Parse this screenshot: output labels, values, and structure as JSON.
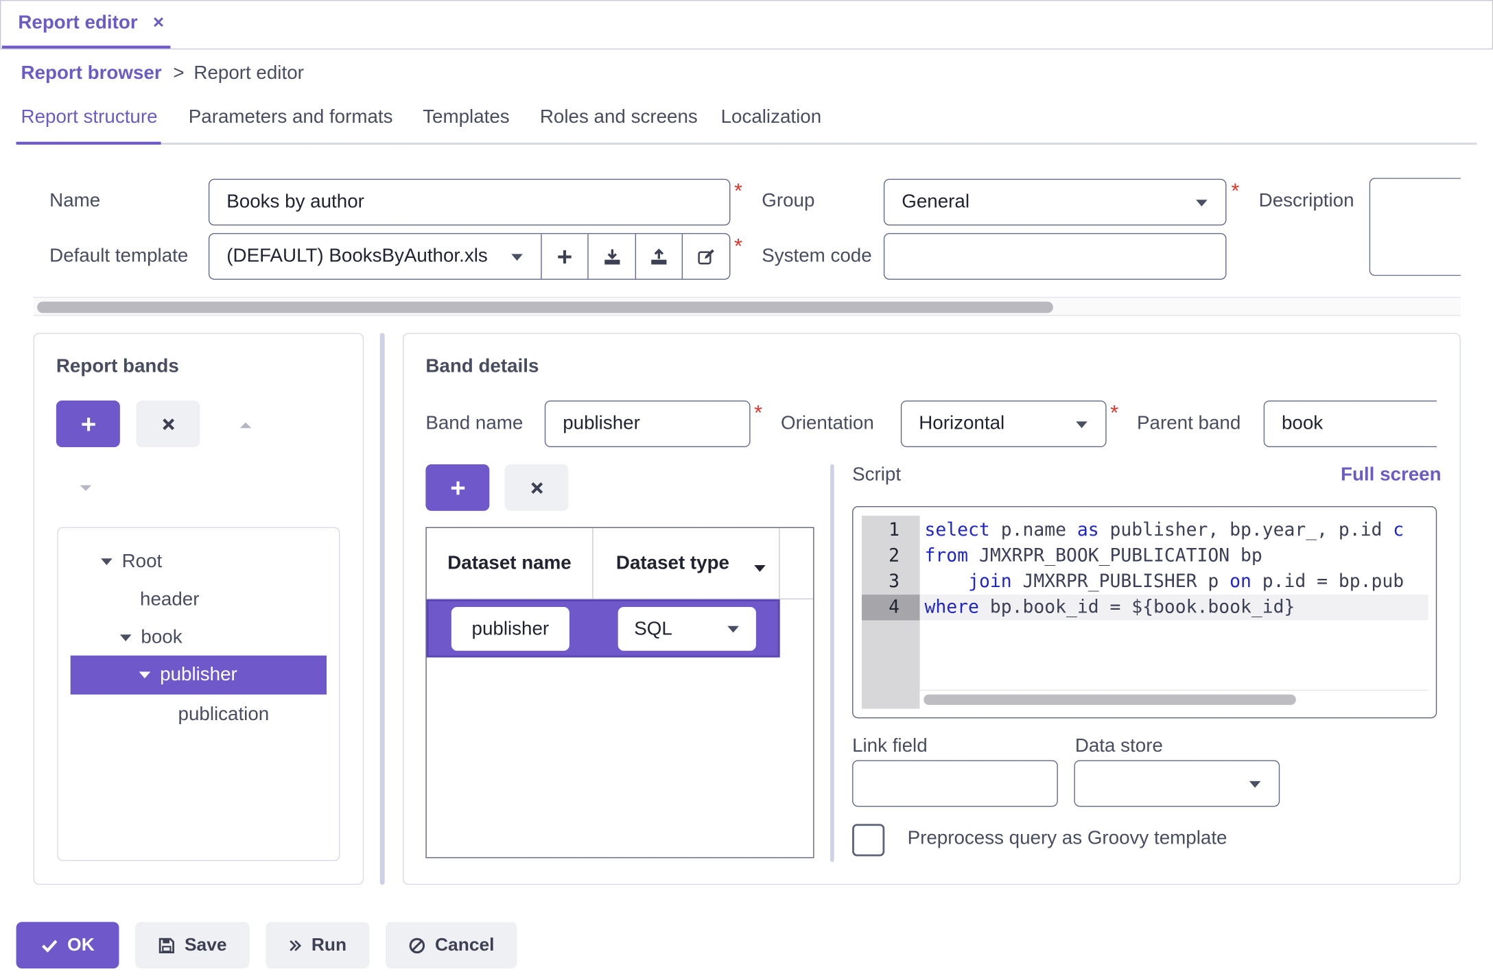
{
  "window_tab": {
    "title": "Report editor",
    "close": "×"
  },
  "breadcrumb": {
    "parent": "Report browser",
    "separator": ">",
    "current": "Report editor"
  },
  "tabs": [
    {
      "label": "Report structure",
      "active": true
    },
    {
      "label": "Parameters and formats"
    },
    {
      "label": "Templates"
    },
    {
      "label": "Roles and screens"
    },
    {
      "label": "Localization"
    }
  ],
  "form": {
    "name_label": "Name",
    "name_value": "Books by author",
    "group_label": "Group",
    "group_value": "General",
    "description_label": "Description",
    "default_template_label": "Default template",
    "default_template_value": "(DEFAULT) BooksByAuthor.xls",
    "system_code_label": "System code",
    "system_code_value": "",
    "required_mark": "*"
  },
  "report_bands": {
    "title": "Report bands",
    "tree": [
      {
        "label": "Root",
        "level": 0,
        "expanded": true
      },
      {
        "label": "header",
        "level": 1
      },
      {
        "label": "book",
        "level": 1,
        "expanded": true
      },
      {
        "label": "publisher",
        "level": 2,
        "expanded": true,
        "selected": true
      },
      {
        "label": "publication",
        "level": 3
      }
    ]
  },
  "band_details": {
    "title": "Band details",
    "band_name_label": "Band name",
    "band_name_value": "publisher",
    "orientation_label": "Orientation",
    "orientation_value": "Horizontal",
    "parent_band_label": "Parent band",
    "parent_band_value": "book",
    "datasets": {
      "columns": [
        "Dataset name",
        "Dataset type"
      ],
      "rows": [
        {
          "name": "publisher",
          "type": "SQL"
        }
      ]
    },
    "script_label": "Script",
    "full_screen_label": "Full screen",
    "script_lines": [
      {
        "num": "1",
        "tokens": [
          {
            "t": "select",
            "kw": true
          },
          {
            "t": " p.name "
          },
          {
            "t": "as",
            "kw": true
          },
          {
            "t": " publisher, bp.year_, p.id "
          },
          {
            "t": "c",
            "kw": true
          }
        ]
      },
      {
        "num": "2",
        "tokens": [
          {
            "t": "from",
            "kw": true
          },
          {
            "t": " JMXRPR_BOOK_PUBLICATION bp"
          }
        ]
      },
      {
        "num": "3",
        "tokens": [
          {
            "t": "    "
          },
          {
            "t": "join",
            "kw": true
          },
          {
            "t": " JMXRPR_PUBLISHER p "
          },
          {
            "t": "on",
            "kw": true
          },
          {
            "t": " p.id = bp.pub"
          }
        ]
      },
      {
        "num": "4",
        "tokens": [
          {
            "t": "where",
            "kw": true
          },
          {
            "t": " bp.book_id = ${book.book_id}"
          }
        ]
      }
    ],
    "link_field_label": "Link field",
    "link_field_value": "",
    "data_store_label": "Data store",
    "data_store_value": "",
    "preprocess_label": "Preprocess query as Groovy template",
    "preprocess_checked": false
  },
  "footer": {
    "ok_label": "OK",
    "save_label": "Save",
    "run_label": "Run",
    "cancel_label": "Cancel"
  },
  "colors": {
    "accent": "#6f58c9",
    "required": "#e0342b",
    "keyword": "#1f25c7"
  }
}
